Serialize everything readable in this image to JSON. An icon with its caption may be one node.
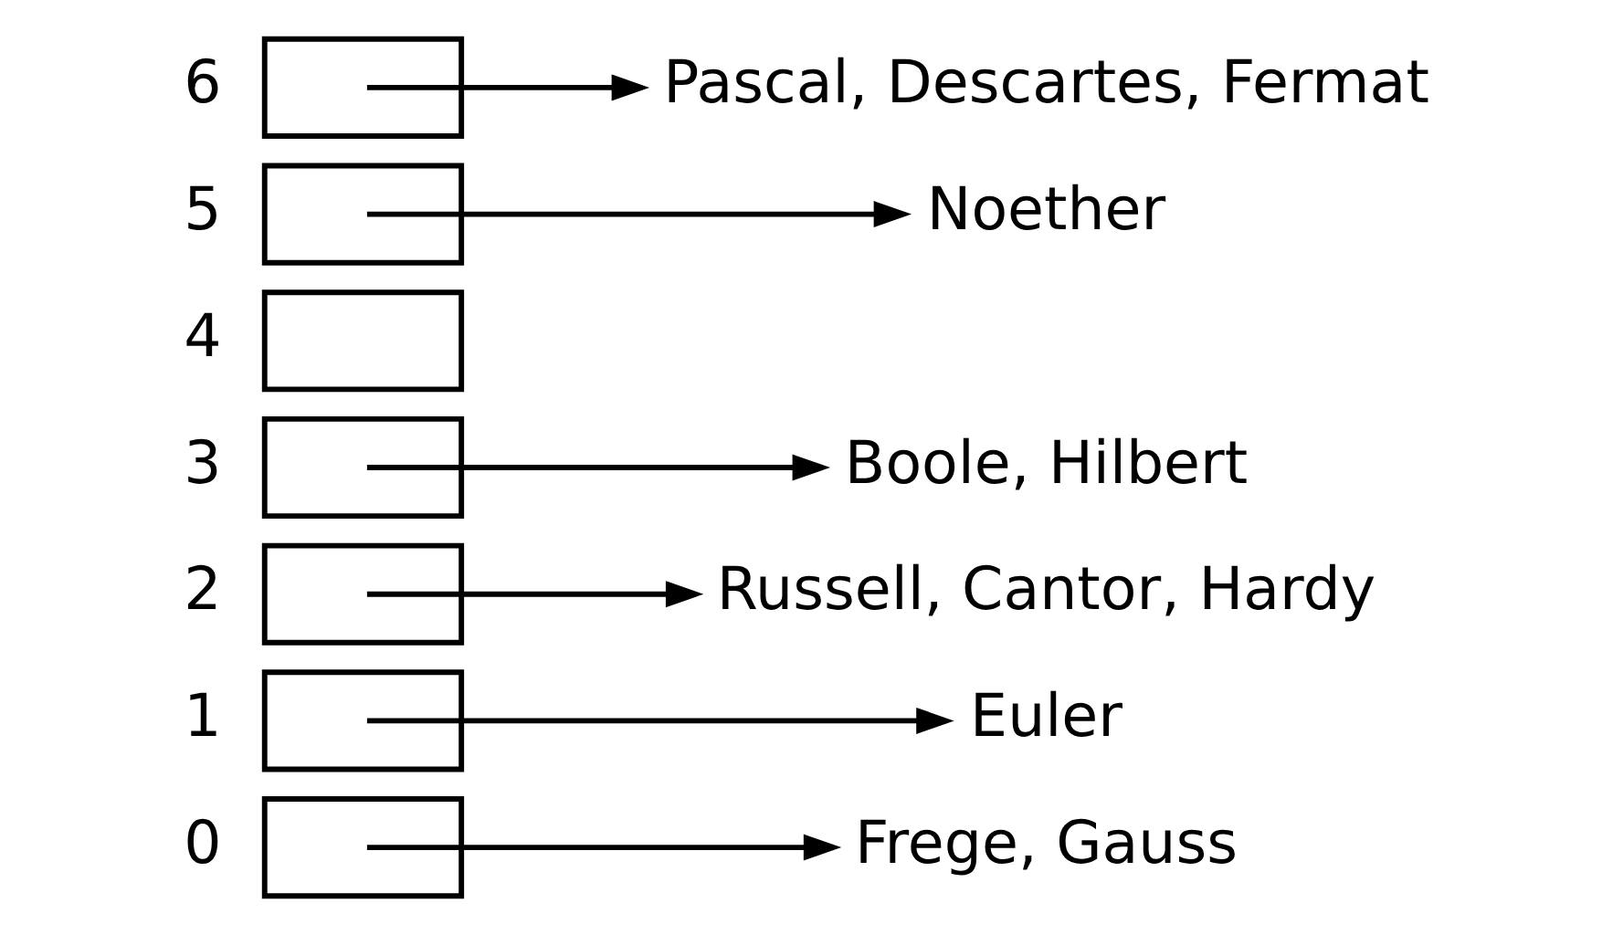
{
  "diagram": {
    "nodes": [
      {
        "text": [],
        "shape": "box",
        "beside": [
          "0"
        ]
      },
      {
        "text": [],
        "shape": "box",
        "beside": [
          "1"
        ]
      },
      {
        "text": [],
        "shape": "box",
        "beside": [
          "2"
        ]
      },
      {
        "text": [],
        "shape": "box",
        "beside": [
          "3"
        ]
      },
      {
        "text": [],
        "shape": "box",
        "beside": [
          "4"
        ]
      },
      {
        "text": [],
        "shape": "box",
        "beside": [
          "5"
        ]
      },
      {
        "text": [],
        "shape": "box",
        "beside": [
          "6"
        ]
      },
      {
        "text": [
          "Frege, Gauss"
        ]
      },
      {
        "text": [
          "Euler"
        ]
      },
      {
        "text": [
          "Russell, Cantor, Hardy"
        ]
      },
      {
        "text": [
          "Boole, Hilbert"
        ]
      },
      {
        "text": [
          "Noether"
        ]
      },
      {
        "text": [
          "Pascal, Descartes, Fermat"
        ]
      }
    ],
    "edges": [
      {
        "from": 0,
        "to": 7,
        "arrow": "to"
      },
      {
        "from": 1,
        "to": 8,
        "arrow": "to"
      },
      {
        "from": 2,
        "to": 9,
        "arrow": "to"
      },
      {
        "from": 3,
        "to": 10,
        "arrow": "to"
      },
      {
        "from": 5,
        "to": 11,
        "arrow": "to"
      },
      {
        "from": 6,
        "to": 12,
        "arrow": "to"
      }
    ]
  }
}
